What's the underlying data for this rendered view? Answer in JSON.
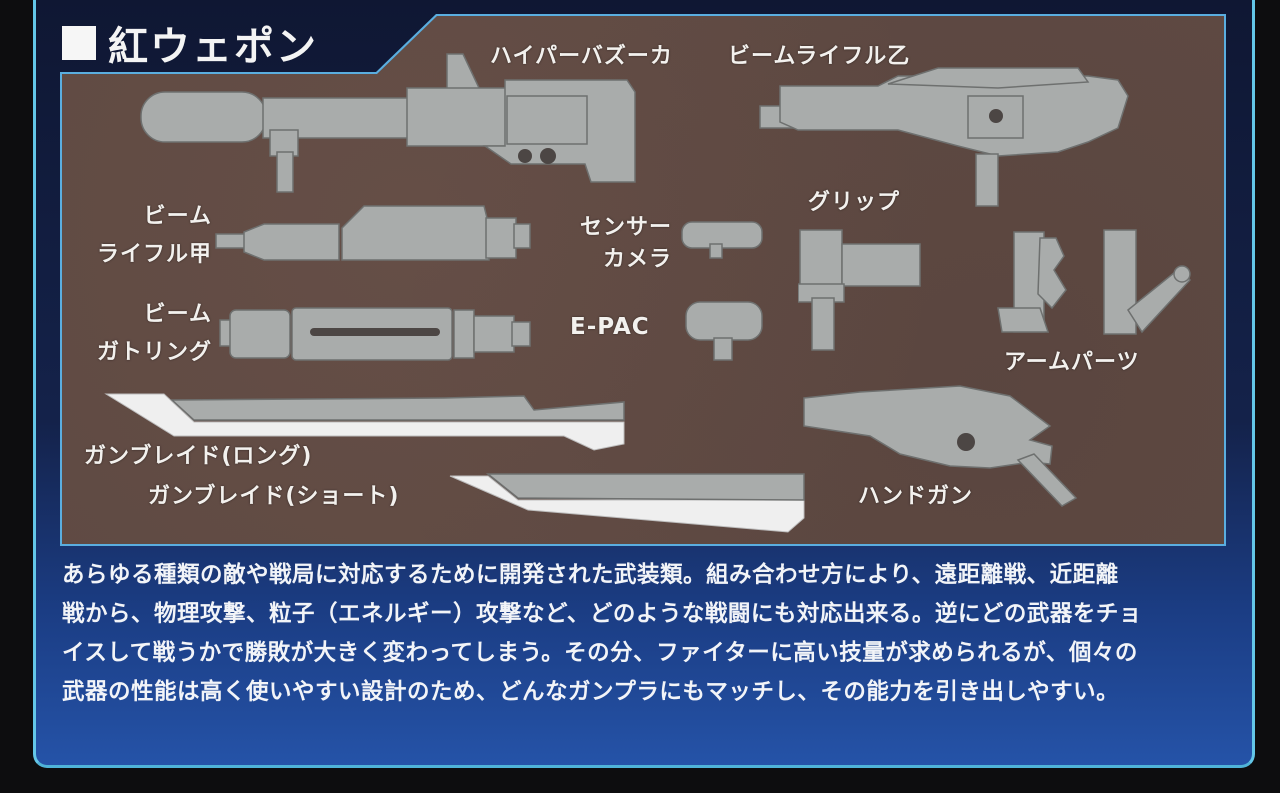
{
  "header": {
    "title": "紅ウェポン",
    "title_marker": "■"
  },
  "parts": [
    {
      "id": "hyper-bazooka",
      "label": "ハイパーバズーカ"
    },
    {
      "id": "beam-rifle-otsu",
      "label": "ビームライフル乙"
    },
    {
      "id": "beam-rifle-ko",
      "label_line1": "ビーム",
      "label_line2": "ライフル甲"
    },
    {
      "id": "sensor-camera",
      "label_line1": "センサー",
      "label_line2": "カメラ"
    },
    {
      "id": "grip",
      "label": "グリップ"
    },
    {
      "id": "beam-gatling",
      "label_line1": "ビーム",
      "label_line2": "ガトリング"
    },
    {
      "id": "e-pac",
      "label": "E-PAC"
    },
    {
      "id": "arm-parts",
      "label": "アームパーツ"
    },
    {
      "id": "gunblade-long",
      "label": "ガンブレイド(ロング)"
    },
    {
      "id": "gunblade-short",
      "label": "ガンブレイド(ショート)"
    },
    {
      "id": "handgun",
      "label": "ハンドガン"
    }
  ],
  "description": {
    "lines": [
      "あらゆる種類の敵や戦局に対応するために開発された武装類。組み合わせ方により、遠距離戦、近距離",
      "戦から、物理攻撃、粒子（エネルギー）攻撃など、どのような戦闘にも対応出来る。逆にどの武器をチョ",
      "イスして戦うかで勝敗が大きく変わってしまう。その分、ファイターに高い技量が求められるが、個々の",
      "武器の性能は高く使いやすい設計のため、どんなガンプラにもマッチし、その能力を引き出しやすい。"
    ]
  },
  "colors": {
    "frame_cyan": "#63c6e8",
    "panel_navy": "#0f1733",
    "panel_blue": "#2553a8",
    "photo_brown": "#5f4a43",
    "part_gray": "#a9acab",
    "text_white": "#f3f1ee"
  }
}
